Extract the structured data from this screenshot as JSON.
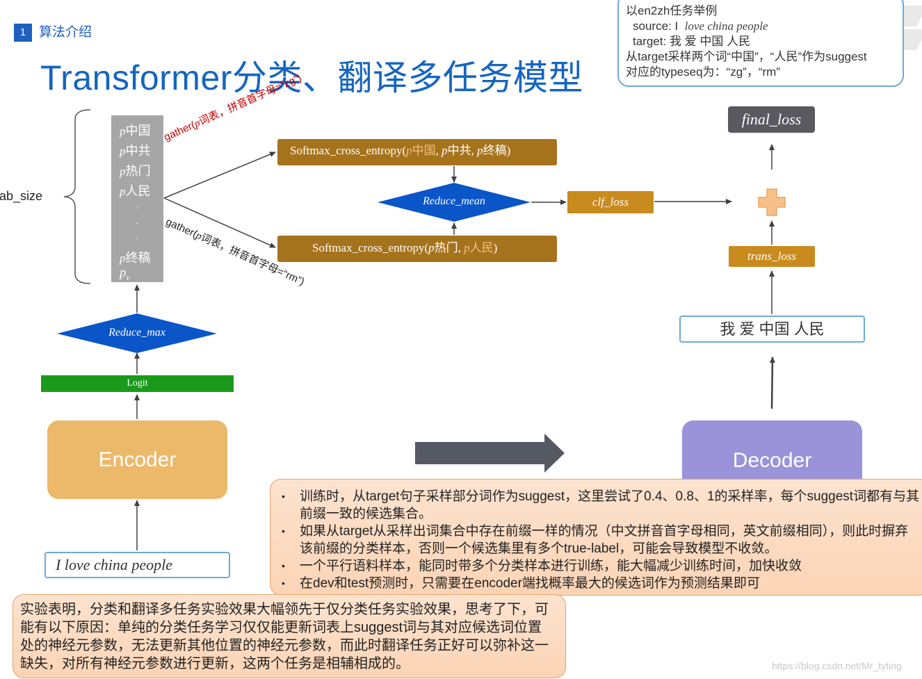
{
  "header": {
    "section_number": "1",
    "section_title": "算法介绍",
    "main_title": "Transformer分类、翻译多任务模型"
  },
  "note": {
    "line1": "以en2zh任务举例",
    "source_label": "source: I",
    "source_text": "love  china  people",
    "target_line": "target: 我 爱  中国  人民",
    "line4": "从target采样两个词“中国”，“人民”作为suggest",
    "line5": "对应的typeseq为：“zg”，“rm”"
  },
  "prob_column": {
    "items": [
      "中国",
      "中共",
      "热门",
      "人民"
    ],
    "dots": [
      "·",
      "·",
      "·"
    ],
    "last_item": "终稿",
    "pv_sub": "v",
    "p_letter": "p",
    "side_label": "cab_size"
  },
  "gather": {
    "upper_prefix": "gather(",
    "upper_rest": "词表，拼音首字母=“zg”)",
    "lower_prefix": "gather(",
    "lower_rest": "词表，拼音首字母=“rm”)"
  },
  "softmax_top": {
    "prefix": "Softmax_cross_entropy(",
    "p1": "中国",
    "p2": "中共",
    "p3": "终稿",
    "suffix": ")"
  },
  "softmax_bottom": {
    "prefix": "Softmax_cross_entropy(",
    "p1": "热门",
    "p2": "人民",
    "suffix": ")"
  },
  "nodes": {
    "reduce_mean": "Reduce_mean",
    "reduce_max": "Reduce_max",
    "logit": "Logit",
    "clf_loss": "clf_loss",
    "trans_loss": "trans_loss",
    "final_loss": "final_loss",
    "encoder": "Encoder",
    "decoder": "Decoder",
    "plus": "+",
    "input_text": "I   love   china   people",
    "output_text": "我 爱  中国  人民"
  },
  "bullets": [
    "训练时，从target句子采样部分词作为suggest，这里尝试了0.4、0.8、1的采样率，每个suggest词都有与其前缀一致的候选集合。",
    "如果从target从采样出词集合中存在前缀一样的情况（中文拼音首字母相同，英文前缀相同），则此时摒弃该前缀的分类样本，否则一个候选集里有多个true-label，可能会导致模型不收敛。",
    "一个平行语料样本，能同时带多个分类样本进行训练，能大幅减少训练时间，加快收敛",
    "在dev和test预测时，只需要在encoder端找概率最大的候选词作为预测结果即可"
  ],
  "conclusion": "实验表明，分类和翻译多任务实验效果大幅领先于仅分类任务实验效果，思考了下，可能有以下原因：单纯的分类任务学习仅仅能更新词表上suggest词与其对应候选词位置处的神经元参数，无法更新其他位置的神经元参数，而此时翻译任务正好可以弥补这一缺失，对所有神经元参数进行更新，这两个任务是相辅相成的。",
  "watermark": "https://blog.csdn.net/Mr_tyting",
  "colors": {
    "title_blue": "#1565c0",
    "diamond_blue": "#0a55c8",
    "brown": "#a6731d",
    "loss_orange": "#c98a1e",
    "encoder": "#ecb96b",
    "decoder": "#9b93d9",
    "logit_green": "#1a9a1a",
    "plus_orange": "#f7c08a"
  }
}
